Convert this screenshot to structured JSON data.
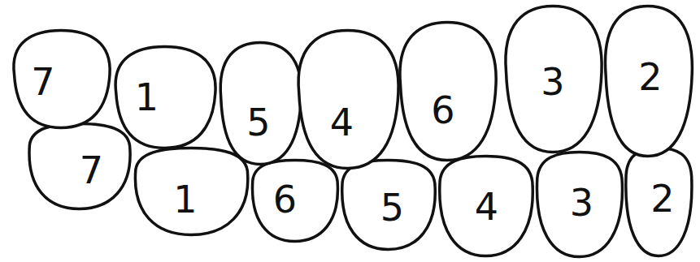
{
  "diagram": {
    "nodes": [
      {
        "text": [
          "7"
        ]
      },
      {
        "text": [
          "1"
        ]
      },
      {
        "text": [
          "5"
        ]
      },
      {
        "text": [
          "4"
        ]
      },
      {
        "text": [
          "6"
        ]
      },
      {
        "text": [
          "3"
        ]
      },
      {
        "text": [
          "2"
        ]
      },
      {
        "text": [
          "7"
        ]
      },
      {
        "text": [
          "1"
        ]
      },
      {
        "text": [
          "6"
        ]
      },
      {
        "text": [
          "5"
        ]
      },
      {
        "text": [
          "4"
        ]
      },
      {
        "text": [
          "3"
        ]
      },
      {
        "text": [
          "2"
        ]
      }
    ]
  }
}
